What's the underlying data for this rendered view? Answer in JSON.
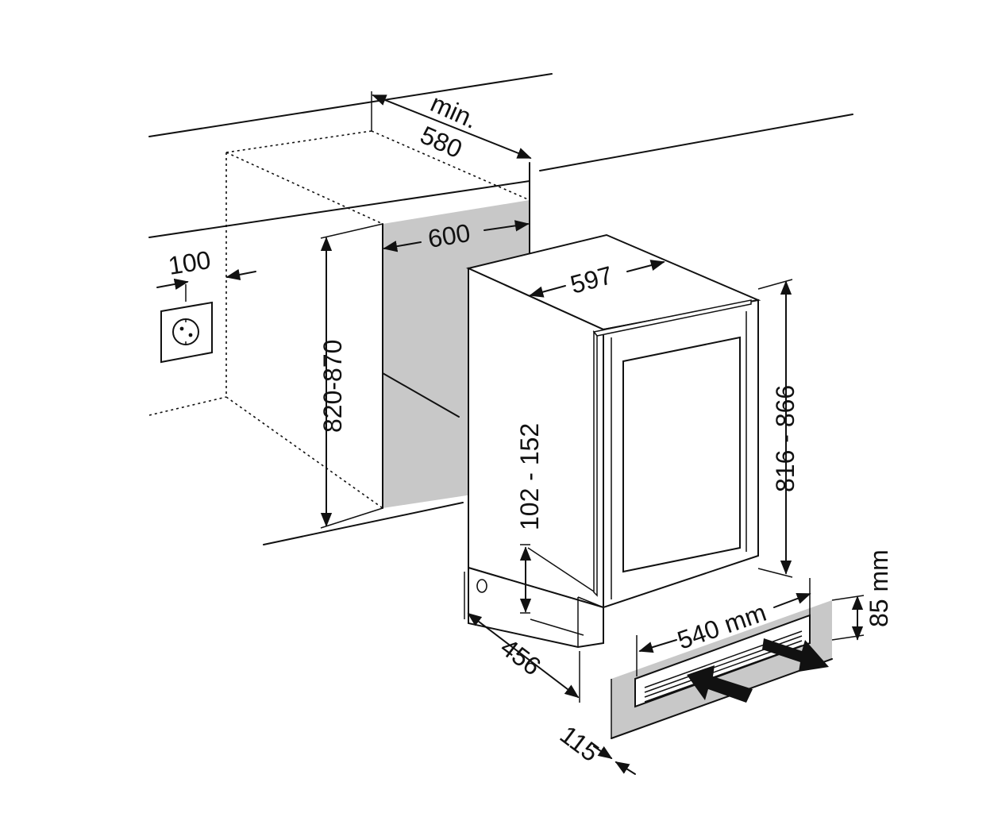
{
  "dimensions": {
    "min_label": "min.",
    "niche_depth": "580",
    "niche_width": "600",
    "socket_offset": "100",
    "niche_height": "820-870",
    "appliance_width": "597",
    "appliance_height": "816 - 866",
    "plinth_height": "102 - 152",
    "appliance_depth": "456",
    "vent_width": "540 mm",
    "vent_height": "85 mm",
    "plinth_recess": "115"
  },
  "colors": {
    "line": "#111111",
    "recess_fill": "#c8c8c8",
    "background": "#ffffff"
  },
  "icons": {
    "socket": "power-socket-icon",
    "airflow_in": "airflow-arrow-in-icon",
    "airflow_out": "airflow-arrow-out-icon"
  }
}
